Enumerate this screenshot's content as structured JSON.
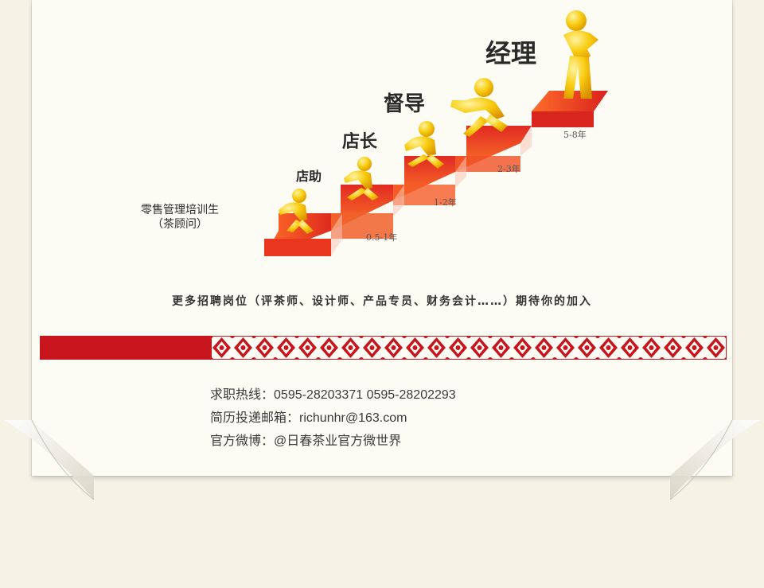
{
  "ladder": {
    "level1_title_line1": "零售管理培训生",
    "level1_title_line2": "（茶顾问）",
    "level2_title": "店助",
    "level3_title": "店长",
    "level4_title": "督导",
    "level5_title": "经理",
    "years": [
      "0.5-1年",
      "1-2年",
      "2-3年",
      "5-8年"
    ]
  },
  "tagline": "更多招聘岗位（评茶师、设计师、产品专员、财务会计……）期待你的加入",
  "contact": {
    "hotline_label": "求职热线：",
    "hotline_value": "0595-28203371  0595-28202293",
    "email_label": "简历投递邮箱：",
    "email_value": "richunhr@163.com",
    "weibo_label": "官方微博：",
    "weibo_value": "@日春茶业官方微世界"
  },
  "colors": {
    "accent_red": "#c8141c",
    "figure_yellow": "#f5c400",
    "background": "#f6f3e6"
  }
}
